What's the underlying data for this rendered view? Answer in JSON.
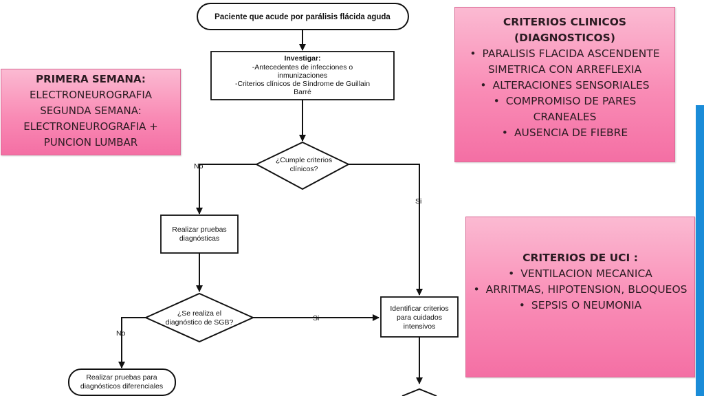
{
  "flowchart": {
    "start": "Paciente que acude por parálisis flácida aguda",
    "investigate_title": "Investigar:",
    "investigate_lines": [
      "-Antecedentes de infecciones o",
      "inmunizaciones",
      "-Criterios clínicos de Síndrome de Guillain",
      "Barré"
    ],
    "decision1_lines": [
      "¿Cumple criterios",
      "clínicos?"
    ],
    "decision1_no": "No",
    "decision1_yes": "Si",
    "tests_lines": [
      "Realizar pruebas",
      "diagnósticas"
    ],
    "decision2_lines": [
      "¿Se realiza el",
      "diagnóstico de SGB?"
    ],
    "decision2_no": "No",
    "decision2_yes": "Si",
    "differential_lines": [
      "Realizar pruebas para",
      "diagnósticos diferenciales"
    ],
    "icu_lines": [
      "Identificar criterios",
      "para cuidados",
      "intensivos"
    ]
  },
  "panels": {
    "week": {
      "title": "PRIMERA SEMANA:",
      "lines": [
        "ELECTRONEUROGRAFIA",
        "SEGUNDA SEMANA:",
        "ELECTRONEUROGRAFIA +",
        "PUNCION LUMBAR"
      ]
    },
    "criteria": {
      "title_lines": [
        "CRITERIOS CLINICOS",
        "(DIAGNOSTICOS)"
      ],
      "items": [
        "PARALISIS FLACIDA ASCENDENTE SIMETRICA CON ARREFLEXIA",
        "ALTERACIONES SENSORIALES",
        "COMPROMISO DE PARES CRANEALES",
        "AUSENCIA DE FIEBRE"
      ]
    },
    "uci": {
      "title": "CRITERIOS DE UCI :",
      "items": [
        "VENTILACION MECANICA",
        "ARRITMAS, HIPOTENSION, BLOQUEOS",
        "SEPSIS O NEUMONIA"
      ]
    }
  },
  "colors": {
    "panel_pink": "#f98bb5",
    "accent_blue": "#1a8cd8"
  }
}
